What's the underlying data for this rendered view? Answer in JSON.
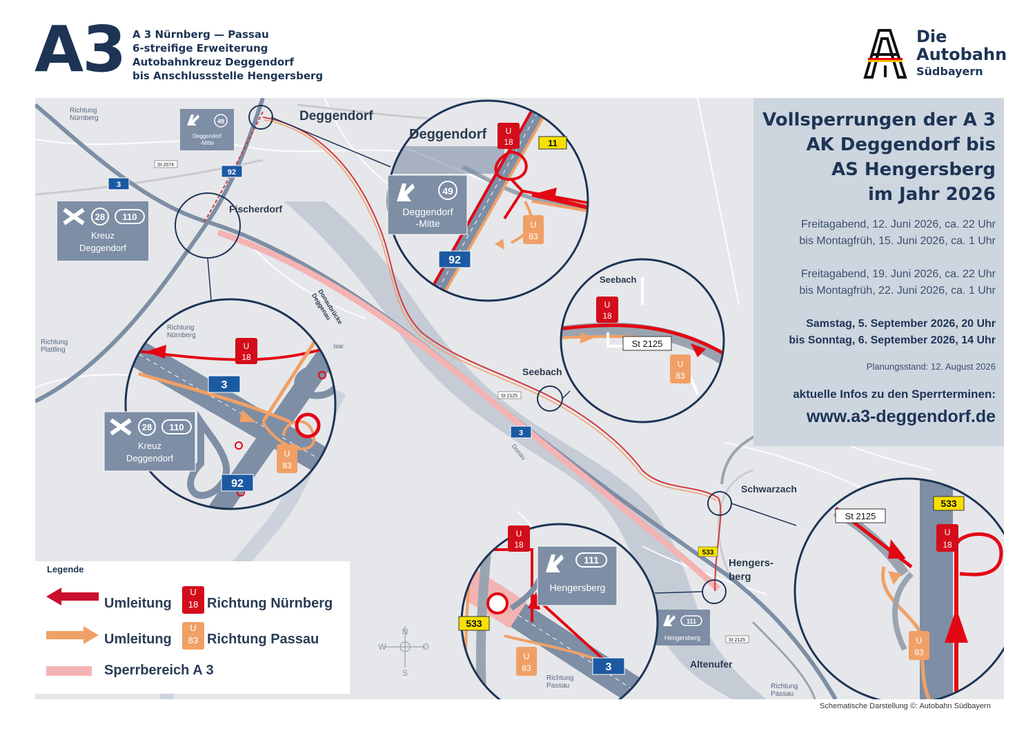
{
  "header": {
    "highway": "A3",
    "lines": [
      "A 3 Nürnberg — Passau",
      "6-streifige Erweiterung",
      "Autobahnkreuz Deggendorf",
      "bis Anschlussstelle Hengersberg"
    ]
  },
  "logo": {
    "line1": "Die",
    "line2": "Autobahn",
    "line3": "Südbayern"
  },
  "info": {
    "title_lines": [
      "Vollsperrungen der A 3",
      "AK Deggendorf bis",
      "AS Hengersberg",
      "im Jahr 2026"
    ],
    "periods": [
      {
        "from": "Freitagabend, 12. Juni 2026, ca. 22 Uhr",
        "to": "bis Montagfrüh, 15. Juni 2026,  ca. 1 Uhr"
      },
      {
        "from": "Freitagabend, 19. Juni 2026, ca. 22 Uhr",
        "to": "bis Montagfrüh, 22. Juni 2026, ca. 1 Uhr"
      },
      {
        "from": "Samstag, 5. September 2026, 20 Uhr",
        "to": "bis Sonntag,  6. September 2026, 14  Uhr"
      }
    ],
    "planning": "Planungsstand: 12. August 2026",
    "cta": "aktuelle Infos zu den Sperrterminen:",
    "url": "www.a3-deggendorf.de"
  },
  "places": {
    "deggendorf": "Deggendorf",
    "fischerdorf": "Fischerdorf",
    "seebach": "Seebach",
    "schwarzach": "Schwarzach",
    "hengersberg": "Hengers-\nberg",
    "altenufer": "Altenufer",
    "richtung_nuernberg": "Richtung\nNürnberg",
    "richtung_plattling": "Richtung\nPlattling",
    "richtung_passau": "Richtung\nPassau",
    "donaubruecke": "Donaubrücke\nDeggenau",
    "donau": "Donau",
    "isar": "Isar"
  },
  "signs": {
    "a3": "3",
    "b92": "92",
    "st2074": "St 2074",
    "st2125": "St 2125",
    "st2125_small": "St 2125",
    "r533": "533",
    "r11": "11",
    "kreuz_name": "Kreuz\nDeggendorf",
    "kreuz_nums": [
      "28",
      "110"
    ],
    "deggendorf_mitte": "Deggendorf\n-Mitte",
    "deggendorf_mitte_num": "49",
    "hengersberg_exit": "Hengersberg",
    "hengersberg_num": "111"
  },
  "detours": {
    "u18_letter": "U",
    "u18_num": "18",
    "u83_letter": "U",
    "u83_num": "83"
  },
  "compass": {
    "n": "N",
    "s": "S",
    "w": "W",
    "o": "O"
  },
  "legend": {
    "title": "Legende",
    "row1_a": "Umleitung",
    "row1_b": "Richtung Nürnberg",
    "row2_a": "Umleitung",
    "row2_b": "Richtung Passau",
    "row3": "Sperrbereich A 3"
  },
  "credit": "Schematische Darstellung ©: Autobahn Südbayern",
  "colors": {
    "navy": "#1d3455",
    "red": "#e30613",
    "orange": "#f0a066",
    "closure": "#f4b3b3",
    "map_bg": "#e6e7ea",
    "river": "#c5ccd6",
    "sign_blue": "#1b5aa3"
  }
}
